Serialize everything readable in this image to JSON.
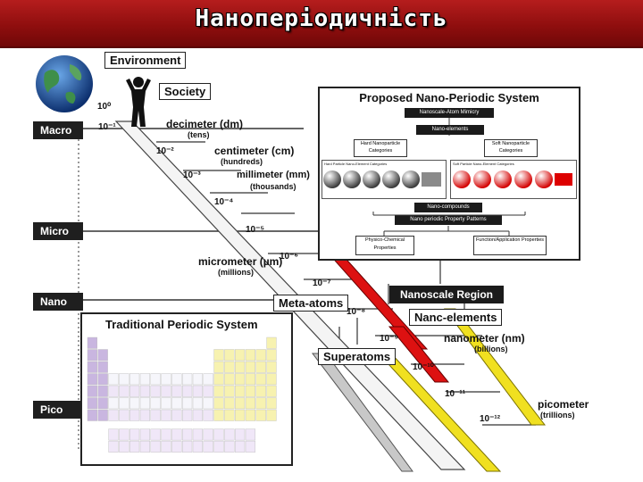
{
  "slide": {
    "title": "Нанoперіoдичність"
  },
  "colors": {
    "title_bg": "#9b1313",
    "red_band": "#dd1111",
    "yellow_band": "#f0e020",
    "pt_lavender": "#c9b6e0",
    "pt_yellow": "#f7f2b0"
  },
  "scales": [
    {
      "label": "Macro"
    },
    {
      "label": "Micro"
    },
    {
      "label": "Nano"
    },
    {
      "label": "Pico"
    }
  ],
  "hierarchy": {
    "environment": "Environment",
    "society": "Society"
  },
  "powers": {
    "p0": "10⁰",
    "p_1": "10⁻¹",
    "p_2": "10⁻²",
    "p_3": "10⁻³",
    "p_4": "10⁻⁴",
    "p_5": "10⁻⁵",
    "p_6": "10⁻⁶",
    "p_7": "10⁻⁷",
    "p_8": "10⁻⁸",
    "p_9": "10⁻⁹",
    "p_10": "10⁻¹⁰",
    "p_11": "10⁻¹¹",
    "p_12": "10⁻¹²"
  },
  "units": {
    "decimeter": "decimeter (dm)",
    "decimeter_sub": "(tens)",
    "centimeter": "centimeter (cm)",
    "centimeter_sub": "(hundreds)",
    "millimeter": "millimeter (mm)",
    "millimeter_sub": "(thousands)",
    "micrometer": "micrometer (µm)",
    "micrometer_sub": "(millions)",
    "nanometer": "nanometer (nm)",
    "nanometer_sub": "(billions)",
    "picometer": "picometer",
    "picometer_sub": "(trillions)"
  },
  "nano_periodic": {
    "title": "Proposed Nano-Periodic System",
    "atom_mimicry": "Nanoscale-Atom Mimicry",
    "nano_elements": "Nano-elements",
    "hard": "Hard Nanoparticle Categories",
    "soft": "Soft Nanoparticle Categories",
    "hard_sub": "Hard Particle Nano-Element Categories",
    "soft_sub": "Soft Particle Nano-Element Categories",
    "nano_compounds": "Nano-compounds",
    "property_patterns": "Nano periodic Property Patterns",
    "physico": "Physico-Chemical Properties",
    "functional": "Function/Application Properties"
  },
  "callouts": {
    "nanoscale_region": "Nanoscale Region",
    "meta_atoms": "Meta-atoms",
    "nano_elements": "Nanc-elements",
    "superatoms": "Superatoms"
  },
  "traditional": {
    "title": "Traditional Periodic System"
  }
}
